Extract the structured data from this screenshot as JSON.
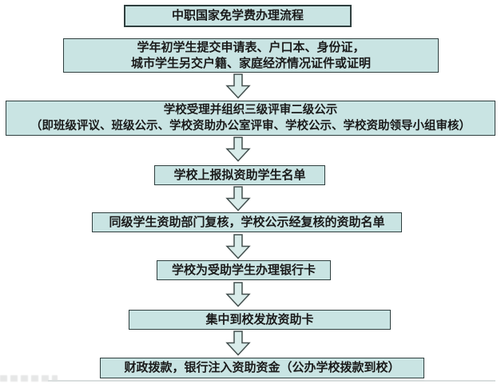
{
  "flowchart": {
    "title": "中职国家免学费办理流程",
    "steps": [
      {
        "text": "学年初学生提交申请表、户口本、身份证，\n城市学生另交户籍、家庭经济情况证件或证明"
      },
      {
        "text": "学校受理并组织三级评审二级公示\n（即班级评议、班级公示、学校资助办公室评审、学校公示、学校资助领导小组审核）"
      },
      {
        "text": "学校上报拟资助学生名单"
      },
      {
        "text": "同级学生资助部门复核，学校公示经复核的资助名单"
      },
      {
        "text": "学校为受助学生办理银行卡"
      },
      {
        "text": "集中到校发放资助卡"
      },
      {
        "text": "财政拨款，银行注入资助资金（公办学校拨款到校）"
      }
    ],
    "colors": {
      "box_fill": "#c9e4e3",
      "box_border": "#2f3f3f",
      "arrow_fill": "#d9ecea",
      "arrow_border": "#44504f",
      "text": "#1a1a1a"
    }
  }
}
